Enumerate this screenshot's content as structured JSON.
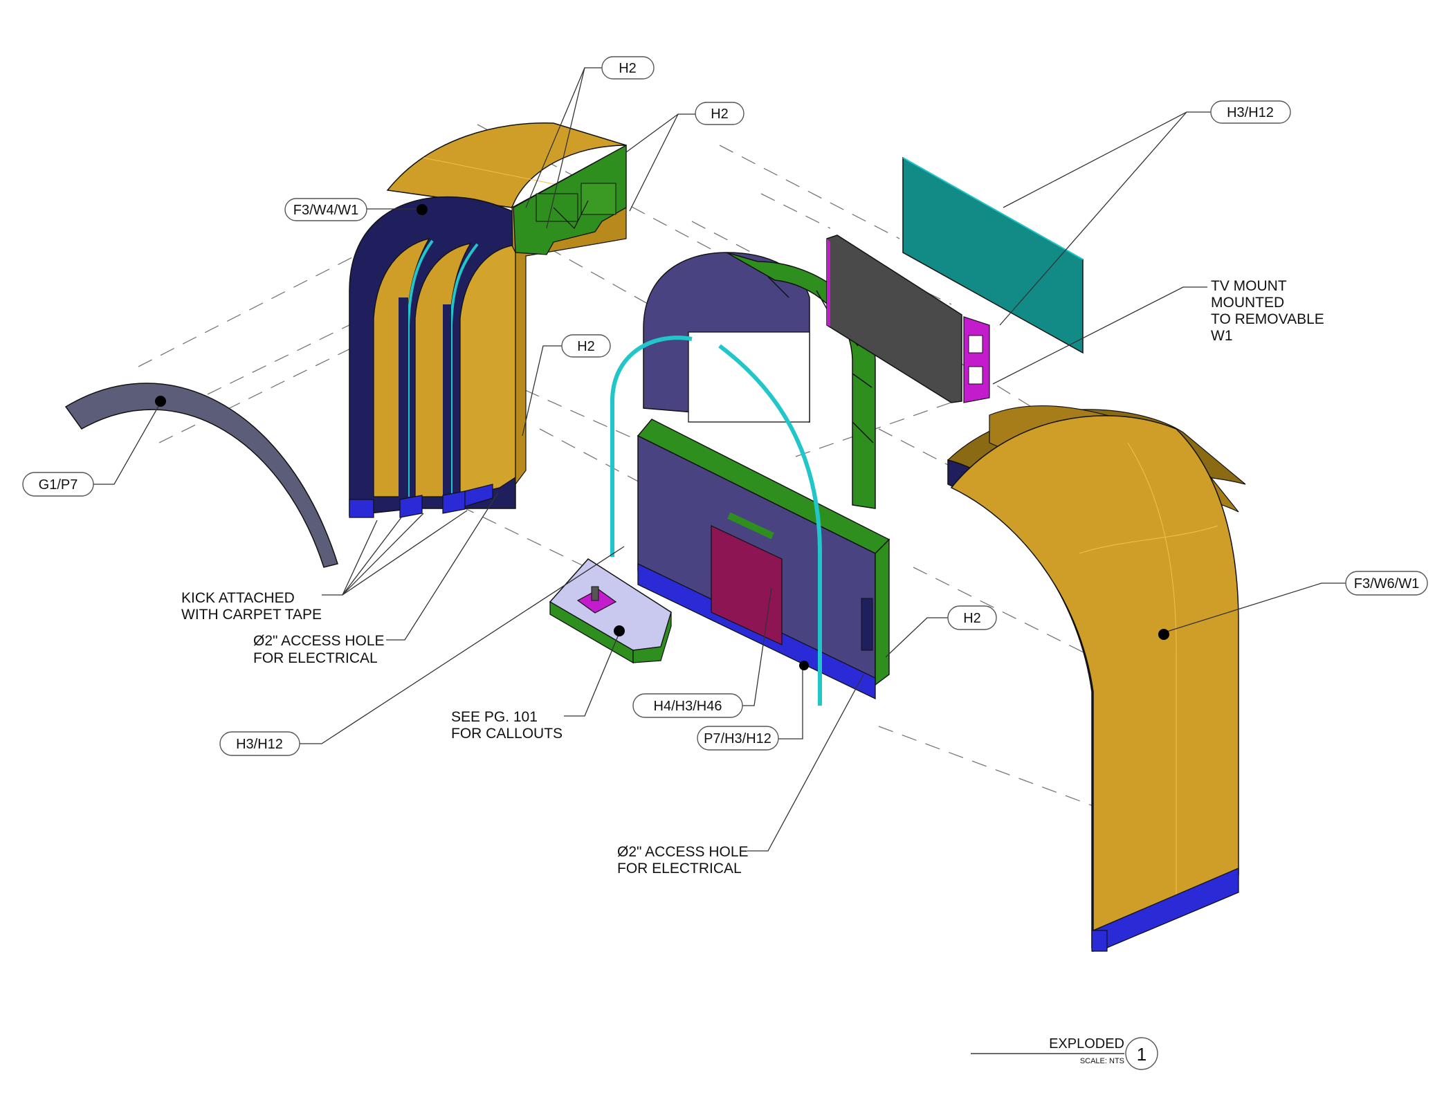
{
  "colors": {
    "gold": "#cf9e28",
    "gold_dark": "#a77d1a",
    "navy": "#1f1f5e",
    "kick_blue": "#2a2ad6",
    "purple_panel": "#4a4382",
    "green_frame": "#2e8f1e",
    "teal_glass": "#128a86",
    "teal_tube": "#20c6c9",
    "tv_grey": "#4a4a4a",
    "magenta": "#c21ccc",
    "door_maroon": "#8d1553",
    "arc_grey": "#5c5d78",
    "console_lavender": "#c9c8ee"
  },
  "callouts": {
    "h2_top": "H2",
    "h2_top_right": "H2",
    "h2_mid": "H2",
    "h2_right": "H2",
    "h3h12_top": "H3/H12",
    "h3h12_bottom": "H3/H12",
    "f3w4w1": "F3/W4/W1",
    "f3w6w1": "F3/W6/W1",
    "g1p7": "G1/P7",
    "h4h3h46": "H4/H3/H46",
    "p7h3h12": "P7/H3/H12"
  },
  "notes": {
    "tv_mount": [
      " TV MOUNT",
      "MOUNTED",
      "TO REMOVABLE",
      "W1"
    ],
    "kick": [
      "KICK ATTACHED",
      "WITH CARPET TAPE"
    ],
    "access_hole_left": [
      "Ø2\" ACCESS HOLE",
      "FOR ELECTRICAL"
    ],
    "access_hole_bottom": [
      "Ø2\" ACCESS HOLE",
      "FOR ELECTRICAL"
    ],
    "see_page": [
      "SEE PG. 101",
      "FOR CALLOUTS"
    ]
  },
  "title_block": {
    "view_title": "EXPLODED",
    "scale": "SCALE: NTS",
    "view_number": "1"
  }
}
